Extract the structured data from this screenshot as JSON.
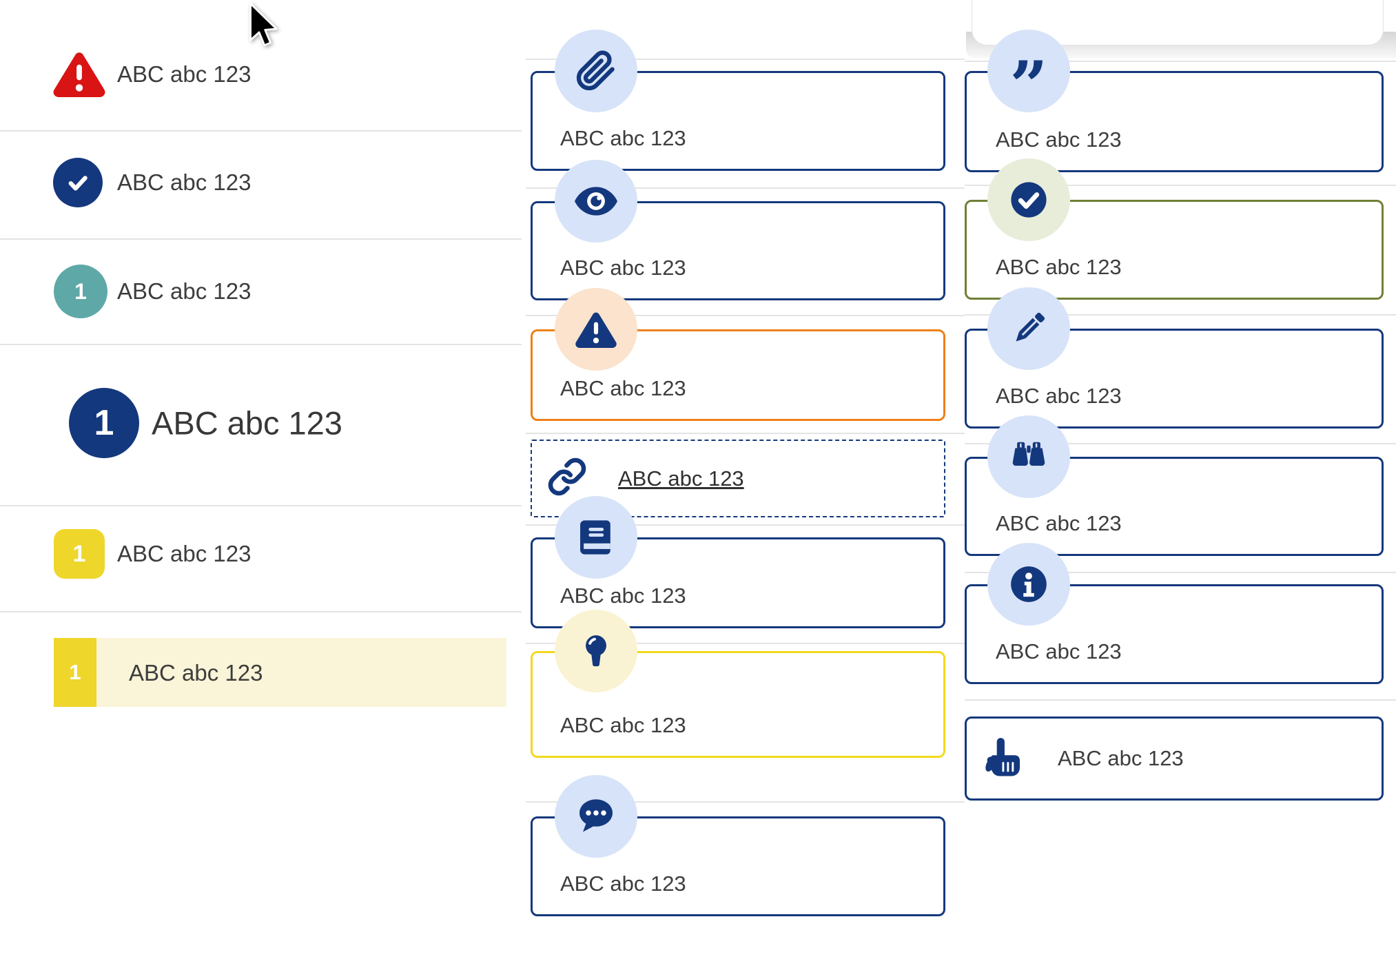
{
  "page": {
    "background": "#ffffff"
  },
  "colors": {
    "navy": "#14387d",
    "light_blue_circle": "#d7e3f8",
    "peach_circle": "#fbe3cd",
    "pale_yellow_circle": "#faf3d3",
    "pale_green_circle": "#e8edda",
    "red": "#d81414",
    "teal": "#5fa8a8",
    "yellow_badge": "#efd62a",
    "yellow_border": "#f2d91e",
    "orange_border": "#ef8019",
    "olive_border": "#6f8036",
    "highlight_row": "#faf4d8",
    "divider": "#e4e4e4",
    "text": "#3d3d3d"
  },
  "left_list": {
    "items": [
      {
        "icon": "warning-triangle-icon",
        "label": "ABC abc 123"
      },
      {
        "icon": "check-circle-icon",
        "label": "ABC abc 123"
      },
      {
        "icon": "teal-number-badge",
        "badge": "1",
        "label": "ABC abc 123"
      },
      {
        "icon": "navy-number-badge",
        "badge": "1",
        "label": "ABC abc 123",
        "style": "heading"
      },
      {
        "icon": "yellow-number-badge",
        "badge": "1",
        "label": "ABC abc 123"
      },
      {
        "icon": "yellow-number-badge",
        "badge": "1",
        "label": "ABC abc 123",
        "style": "highlighted"
      }
    ]
  },
  "middle_cards": [
    {
      "icon": "paperclip-icon",
      "label": "ABC abc 123",
      "variant": "navy"
    },
    {
      "icon": "eye-icon",
      "label": "ABC abc 123",
      "variant": "navy"
    },
    {
      "icon": "warning-triangle-icon",
      "label": "ABC abc 123",
      "variant": "orange"
    },
    {
      "icon": "link-icon",
      "label": "ABC abc 123",
      "variant": "dashed-link"
    },
    {
      "icon": "book-icon",
      "label": "ABC abc 123",
      "variant": "navy"
    },
    {
      "icon": "lightbulb-icon",
      "label": "ABC abc 123",
      "variant": "yellow"
    },
    {
      "icon": "chat-icon",
      "label": "ABC abc 123",
      "variant": "navy"
    }
  ],
  "right_cards": [
    {
      "icon": "quote-icon",
      "label": "ABC abc 123",
      "variant": "navy"
    },
    {
      "icon": "check-circle-icon",
      "label": "ABC abc 123",
      "variant": "olive"
    },
    {
      "icon": "pencil-icon",
      "label": "ABC abc 123",
      "variant": "navy"
    },
    {
      "icon": "binoculars-icon",
      "label": "ABC abc 123",
      "variant": "navy"
    },
    {
      "icon": "info-icon",
      "label": "ABC abc 123",
      "variant": "navy"
    },
    {
      "icon": "hand-pointer-icon",
      "label": "ABC abc 123",
      "variant": "navy-inline"
    }
  ]
}
